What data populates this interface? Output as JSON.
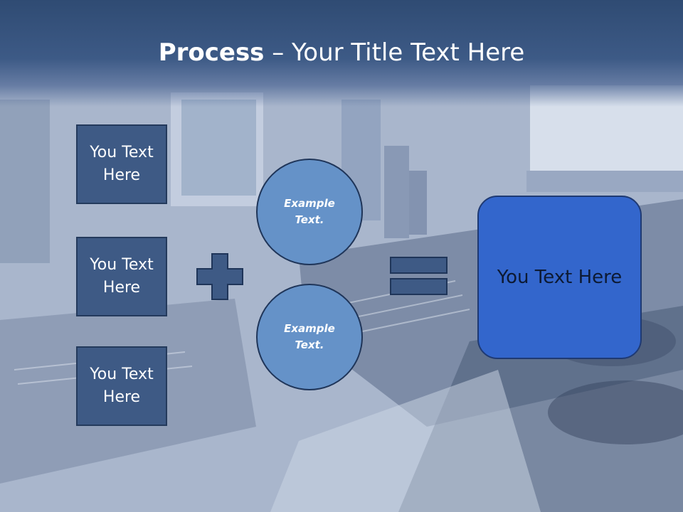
{
  "slide": {
    "title_bold": "Process",
    "title_rest": " – Your Title Text Here",
    "left_boxes": [
      {
        "label": "You Text Here"
      },
      {
        "label": "You Text Here"
      },
      {
        "label": "You Text Here"
      }
    ],
    "circles": [
      {
        "label": "Example Text."
      },
      {
        "label": "Example Text."
      }
    ],
    "result_box": {
      "label": "You Text Here"
    },
    "colors": {
      "title_bar": "#3d5a86",
      "left_box_fill": "#3e5a85",
      "circle_fill": "#6592c8",
      "result_fill": "#3366cc",
      "operator_fill": "#3e5a85"
    },
    "icons": [
      "plus-icon",
      "equals-icon"
    ]
  }
}
